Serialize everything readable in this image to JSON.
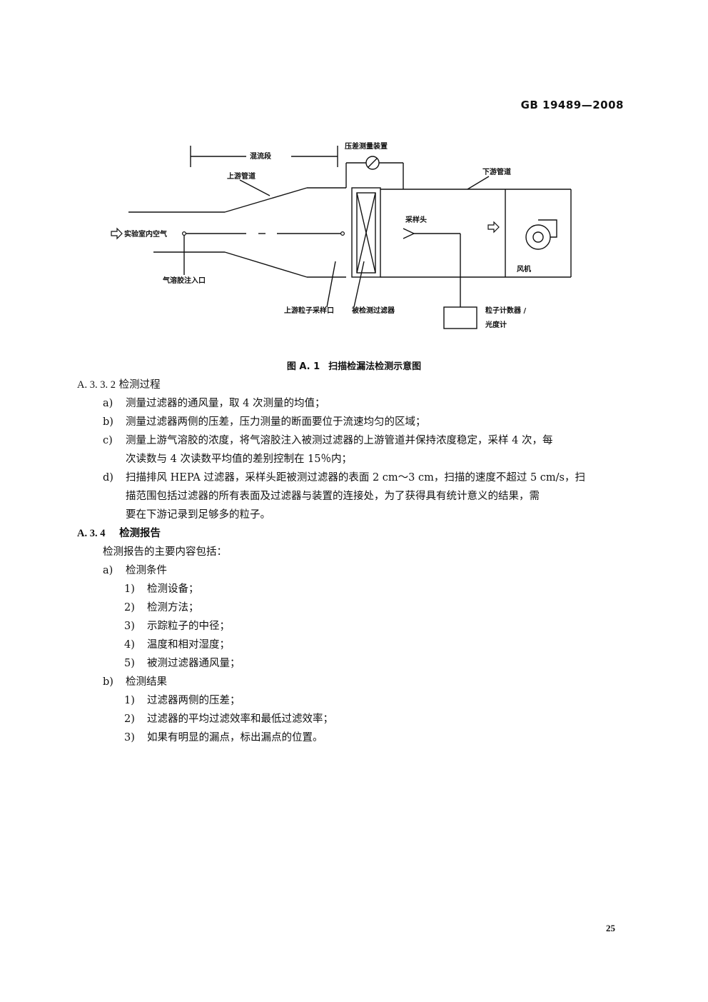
{
  "header": {
    "standard_number": "GB 19489—2008"
  },
  "figure": {
    "labels": {
      "mixing_section": "混流段",
      "pressure_device": "压差测量装置",
      "upstream_duct": "上游管道",
      "downstream_duct": "下游管道",
      "room_air": "实验室内空气",
      "sampling_head": "采样头",
      "aerosol_inlet": "气溶胶注入口",
      "fan": "风机",
      "upstream_port": "上游粒子采样口",
      "filter_under_test": "被检测过滤器",
      "counter_line1": "粒子计数器 /",
      "counter_line2": "光度计"
    },
    "caption": {
      "number": "图 A. 1",
      "title": "扫描检漏法检测示意图"
    }
  },
  "section_a332": {
    "number": "A. 3. 3. 2",
    "title": "检测过程",
    "items": [
      {
        "marker": "a)",
        "lines": [
          "测量过滤器的通风量，取 4 次测量的均值；"
        ]
      },
      {
        "marker": "b)",
        "lines": [
          "测量过滤器两侧的压差，压力测量的断面要位于流速均匀的区域；"
        ]
      },
      {
        "marker": "c)",
        "lines": [
          "测量上游气溶胶的浓度，将气溶胶注入被测过滤器的上游管道并保持浓度稳定，采样 4 次，每",
          "次读数与 4 次读数平均值的差别控制在 15％内；"
        ]
      },
      {
        "marker": "d)",
        "lines": [
          "扫描排风 HEPA 过滤器，采样头距被测过滤器的表面 2 cm～3 cm，扫描的速度不超过 5 cm/s，扫",
          "描范围包括过滤器的所有表面及过滤器与装置的连接处，为了获得具有统计意义的结果，需",
          "要在下游记录到足够多的粒子。"
        ]
      }
    ]
  },
  "section_a34": {
    "number": "A. 3. 4",
    "title": "检测报告",
    "intro": "检测报告的主要内容包括：",
    "groups": [
      {
        "marker": "a)",
        "title": "检测条件",
        "items": [
          {
            "marker": "1)",
            "text": "检测设备；"
          },
          {
            "marker": "2)",
            "text": "检测方法；"
          },
          {
            "marker": "3)",
            "text": "示踪粒子的中径；"
          },
          {
            "marker": "4)",
            "text": "温度和相对湿度；"
          },
          {
            "marker": "5)",
            "text": "被测过滤器通风量；"
          }
        ]
      },
      {
        "marker": "b)",
        "title": "检测结果",
        "items": [
          {
            "marker": "1)",
            "text": "过滤器两侧的压差；"
          },
          {
            "marker": "2)",
            "text": "过滤器的平均过滤效率和最低过滤效率；"
          },
          {
            "marker": "3)",
            "text": "如果有明显的漏点，标出漏点的位置。"
          }
        ]
      }
    ]
  },
  "footer": {
    "page_number": "25"
  }
}
